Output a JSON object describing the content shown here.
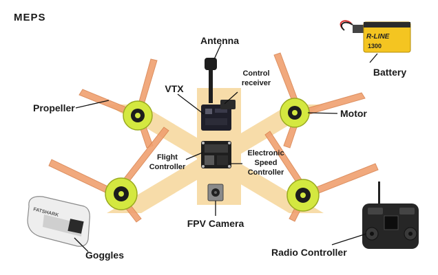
{
  "brand": "MEPS",
  "labels": {
    "antenna": "Antenna",
    "control_receiver": [
      "Control",
      "receiver"
    ],
    "vtx": "VTX",
    "battery": "Battery",
    "propeller": "Propeller",
    "motor": "Motor",
    "flight_controller": [
      "Flight",
      "Controller"
    ],
    "esc": [
      "Electronic",
      "Speed",
      "Controller"
    ],
    "fpv_camera": "FPV Camera",
    "goggles": "Goggles",
    "radio_controller": "Radio Controller"
  },
  "product_text": {
    "battery_brand": "R-LINE",
    "battery_capacity": "1300",
    "goggles_brand": "FATSHARK"
  },
  "colors": {
    "frame": "#f7dca9",
    "propeller": "#f0a070",
    "motor": "#d4e840",
    "battery": "#f4c521"
  }
}
